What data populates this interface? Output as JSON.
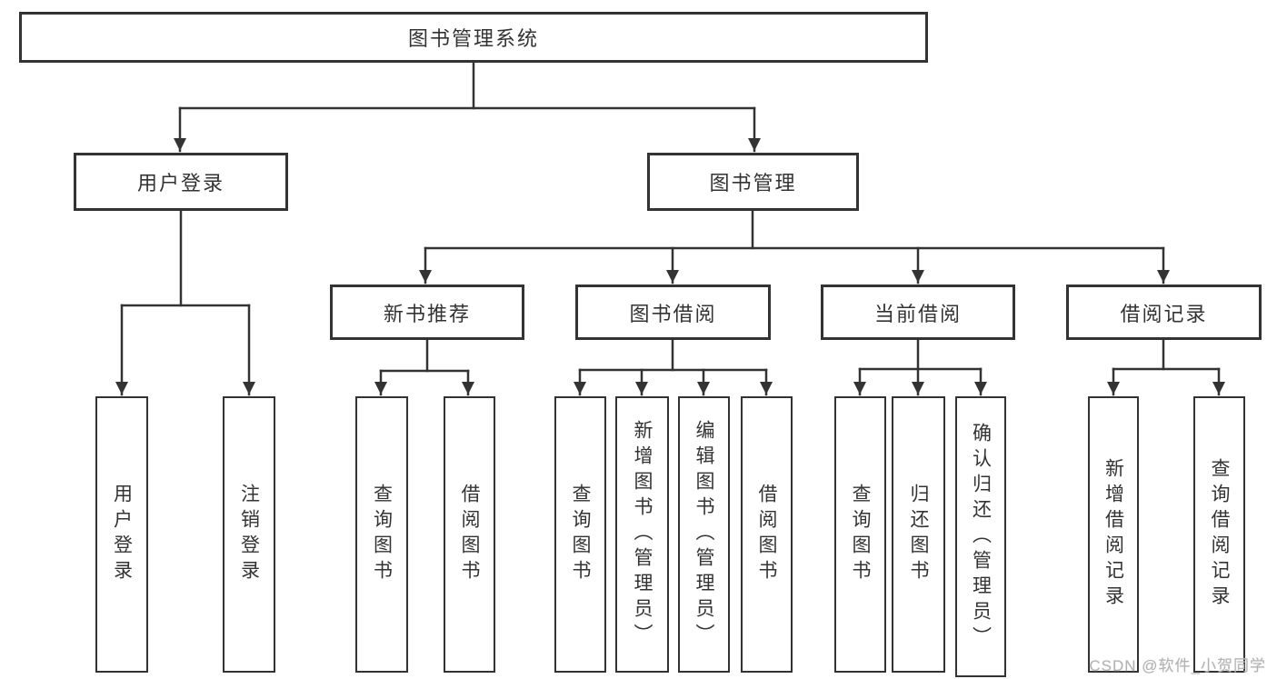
{
  "diagram_title": "图书管理系统",
  "root": {
    "label": "图书管理系统"
  },
  "level2": [
    {
      "label": "用户登录"
    },
    {
      "label": "图书管理"
    }
  ],
  "level3": [
    {
      "label": "新书推荐"
    },
    {
      "label": "图书借阅"
    },
    {
      "label": "当前借阅"
    },
    {
      "label": "借阅记录"
    }
  ],
  "leaves": {
    "user_login": [
      "用户登录",
      "注销登录"
    ],
    "new_book_rec": [
      "查询图书",
      "借阅图书"
    ],
    "book_borrow": [
      "查询图书",
      "新增图书（管理员）",
      "编辑图书（管理员）",
      "借阅图书"
    ],
    "current_borrow": [
      "查询图书",
      "归还图书",
      "确认归还（管理员）"
    ],
    "borrow_record": [
      "新增借阅记录",
      "查询借阅记录"
    ]
  },
  "watermark": "CSDN @软件_小贺同学",
  "colors": {
    "line": "#333333",
    "text": "#333333",
    "box_border": "#333333",
    "background": "#ffffff",
    "watermark": "#b3b3b3"
  }
}
